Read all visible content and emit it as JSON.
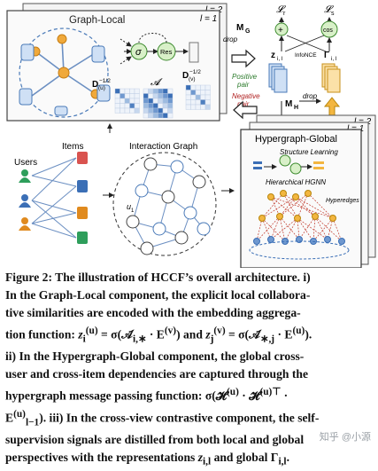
{
  "figure": {
    "graph_local": {
      "title": "Graph-Local",
      "layer_back": "l = 2",
      "layer_front": "l = 1",
      "sigma": "σ",
      "res": "Res",
      "d_left": "D",
      "d_left_sup": "−1/2",
      "d_left_sub": "(u)",
      "adj": "𝓐",
      "d_right": "D",
      "d_right_sup": "−1/2",
      "d_right_sub": "(v)"
    },
    "contrast": {
      "mg": "M",
      "mg_sub": "G",
      "drop_top": "drop",
      "lr": "𝓛",
      "lr_sub": "r",
      "ls": "𝓛",
      "ls_sub": "s",
      "plus": "+",
      "cos": "cos",
      "z": "z",
      "z_sub": "i, l",
      "infonce": "InfoNCE",
      "gamma": "Γ",
      "gamma_sub": "i, l",
      "positive": "Positive",
      "pair_pos": "pair",
      "negative": "Negative",
      "pair_neg": "pair",
      "mh": "M",
      "mh_sub": "H",
      "drop_bottom": "drop"
    },
    "bottom": {
      "items": "Items",
      "users": "Users",
      "interaction_graph": "Interaction Graph",
      "u1": "u",
      "u1_sub": "1"
    },
    "hypergraph": {
      "title": "Hypergraph-Global",
      "layer_back": "l = 2",
      "layer_front": "l = 1",
      "structure": "Structure Learning",
      "hgnn": "Hierarchical HGNN",
      "hyperedges": "Hyperedges"
    }
  },
  "caption": {
    "line1": "Figure 2: The illustration of HCCF’s overall architecture. i)",
    "line2": "In the Graph-Local component, the explicit local collabora-",
    "line3": "tive similarities are encoded with the embedding aggrega-",
    "line4a": "tion function: ",
    "line4m1": "z",
    "line4m1sup": "(u)",
    "line4m1sub": "i",
    "line4m2": " = σ(𝒜̄",
    "line4m2sub": "i,∗",
    "line4m3": " · E",
    "line4m3sup": "(v)",
    "line4m4": ") and ",
    "line4m5": "z",
    "line4m5sup": "(v)",
    "line4m5sub": "j",
    "line4m6": " = σ(𝒜̄",
    "line4m6sub": "∗,j",
    "line4m7": " · E",
    "line4m7sup": "(u)",
    "line4m8": ").",
    "line5": "ii) In the Hypergraph-Global component, the global cross-",
    "line6": "user and cross-item dependencies are captured through the",
    "line7a": "hypergraph message passing function: ",
    "line7m": "σ(𝓗",
    "line7msup1": "(u)",
    "line7m2": " · 𝓗",
    "line7msup2": "(u)⊤",
    "line7m3": " ·",
    "line8m": "E",
    "line8msup": "(u)",
    "line8msub": "l−1",
    "line8a": "). iii) In the cross-view contrastive component, the self-",
    "line9": "supervision signals are distilled from both local and global",
    "line10a": "perspectives with the representations ",
    "line10m1": "z",
    "line10m1sub": "i,l",
    "line10b": " and global ",
    "line10m2": "Γ",
    "line10m2sub": "i,l",
    "line10c": "."
  },
  "watermark": "知乎 @小源"
}
